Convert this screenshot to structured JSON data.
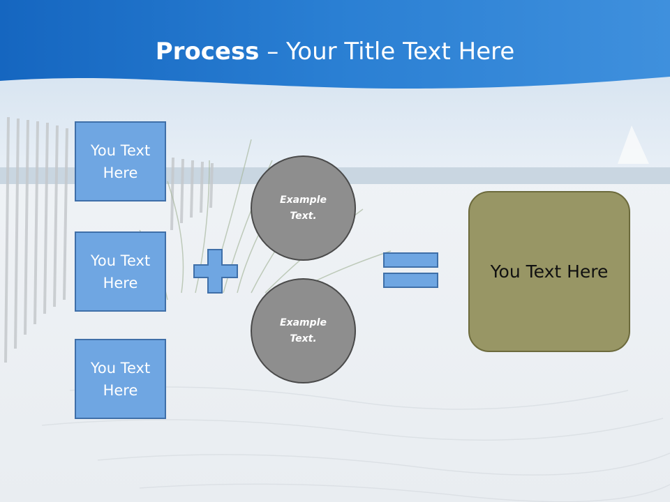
{
  "slide": {
    "title": {
      "bold": "Process",
      "rest": " – Your Title Text Here"
    },
    "inputs": [
      {
        "label": "You Text Here"
      },
      {
        "label": "You Text Here"
      },
      {
        "label": "You Text Here"
      }
    ],
    "circles": [
      {
        "label": "Example Text."
      },
      {
        "label": "Example Text."
      }
    ],
    "result": {
      "label": "You Text Here"
    },
    "colors": {
      "header_blue": "#1f6fc4",
      "box_fill": "#6fa6e2",
      "circle_fill": "#8e8e8e",
      "result_fill": "#989665"
    },
    "icons": [
      "plus-icon",
      "equals-icon"
    ]
  }
}
